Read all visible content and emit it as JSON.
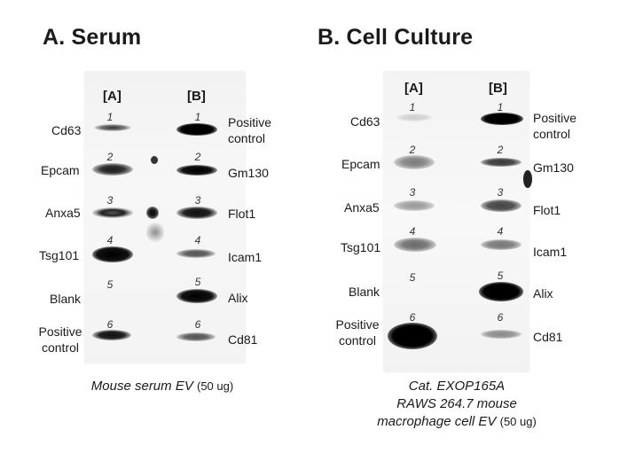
{
  "panel_a": {
    "title": "A. Serum",
    "col_a": "[A]",
    "col_b": "[B]",
    "left_labels": [
      "Cd63",
      "Epcam",
      "Anxa5",
      "Tsg101",
      "Blank",
      "Positive control"
    ],
    "right_labels": [
      "Positive control",
      "Gm130",
      "Flot1",
      "Icam1",
      "Alix",
      "Cd81"
    ],
    "numbers": [
      "1",
      "2",
      "3",
      "4",
      "5",
      "6"
    ],
    "caption_italic": "Mouse serum EV",
    "caption_amount": "(50 ug)"
  },
  "panel_b": {
    "title": "B. Cell Culture",
    "col_a": "[A]",
    "col_b": "[B]",
    "left_labels": [
      "Cd63",
      "Epcam",
      "Anxa5",
      "Tsg101",
      "Blank",
      "Positive control"
    ],
    "right_labels": [
      "Positive control",
      "Gm130",
      "Flot1",
      "Icam1",
      "Alix",
      "Cd81"
    ],
    "numbers": [
      "1",
      "2",
      "3",
      "4",
      "5",
      "6"
    ],
    "caption_line1": "Cat. EXOP165A",
    "caption_line2": "RAWS 264.7 mouse",
    "caption_line3": "macrophage cell EV",
    "caption_amount": "(50 ug)"
  }
}
